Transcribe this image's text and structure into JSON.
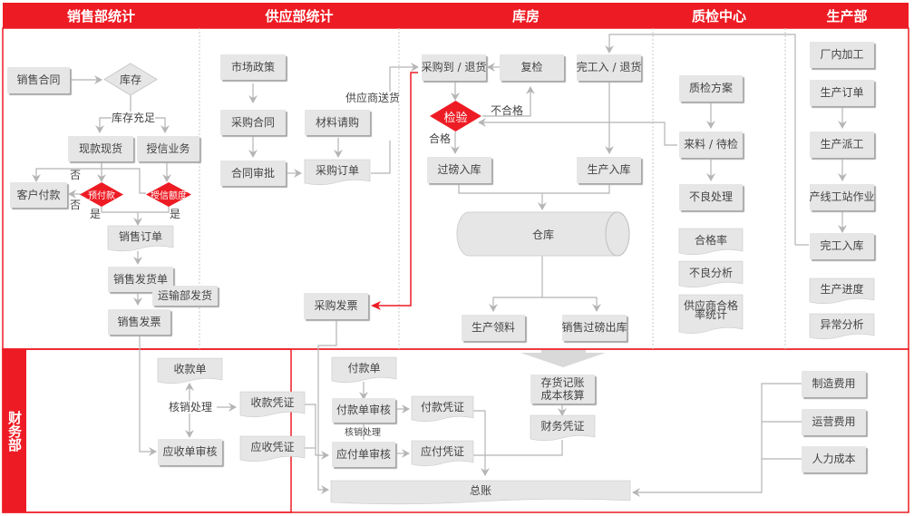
{
  "headers": {
    "sales": "销售部统计",
    "supply": "供应部统计",
    "warehouse": "库房",
    "qc": "质检中心",
    "production": "生产部",
    "finance": "财务部"
  },
  "sales": {
    "contract": "销售合同",
    "stock": "库存",
    "stock_enough": "库存充足",
    "cash_goods": "现款现货",
    "credit_business": "授信业务",
    "customer_payment": "客户付款",
    "prepayment": "预付款",
    "credit_limit": "授信额度",
    "no_1": "否",
    "no_2": "否",
    "yes_1": "是",
    "yes_2": "是",
    "sales_order": "销售订单",
    "delivery_note": "销售发货单",
    "transport_delivery": "运输部发货",
    "sales_invoice": "销售发票"
  },
  "supply": {
    "market_policy": "市场政策",
    "purchase_contract": "采购合同",
    "contract_approval": "合同审批",
    "material_request": "材料请购",
    "purchase_order": "采购订单",
    "supplier_delivery": "供应商送货",
    "purchase_invoice": "采购发票"
  },
  "warehouse": {
    "purchase_arrival": "采购到 / 退货",
    "recheck": "复检",
    "inspection": "检验",
    "unqualified": "不合格",
    "qualified": "合格",
    "weigh_in": "过磅入库",
    "finished_return": "完工入 / 退货",
    "production_in": "生产入库",
    "warehouse": "仓库",
    "production_picking": "生产领料",
    "sales_weigh_out": "销售过磅出库"
  },
  "qc": {
    "plan": "质检方案",
    "incoming": "来料 / 待检",
    "defect_handling": "不良处理",
    "pass_rate": "合格率",
    "defect_analysis": "不良分析",
    "supplier_pass_rate_line1": "供应商合格",
    "supplier_pass_rate_line2": "率统计"
  },
  "production": {
    "in_house": "厂内加工",
    "order": "生产订单",
    "dispatch": "生产派工",
    "line_station": "产线工站作业",
    "finished_in": "完工入库",
    "progress": "生产进度",
    "anomaly": "异常分析"
  },
  "finance": {
    "receipt": "收款单",
    "writeoff_1": "核销处理",
    "receipt_voucher": "收款凭证",
    "receivable_audit": "应收单审核",
    "receivable_voucher": "应收凭证",
    "payment": "付款单",
    "payment_audit": "付款单审核",
    "writeoff_2": "核销处理",
    "payment_voucher": "付款凭证",
    "payable_audit": "应付单审核",
    "payable_voucher": "应付凭证",
    "inventory_line1": "存货记账",
    "inventory_line2": "成本核算",
    "finance_voucher": "财务凭证",
    "general_ledger": "总账",
    "manufacturing_cost": "制造费用",
    "operating_cost": "运营费用",
    "labor_cost": "人力成本"
  },
  "colors": {
    "accent": "#ed1c24",
    "box": "#e6e6e6",
    "line": "#b5b5b5",
    "text": "#444444"
  }
}
